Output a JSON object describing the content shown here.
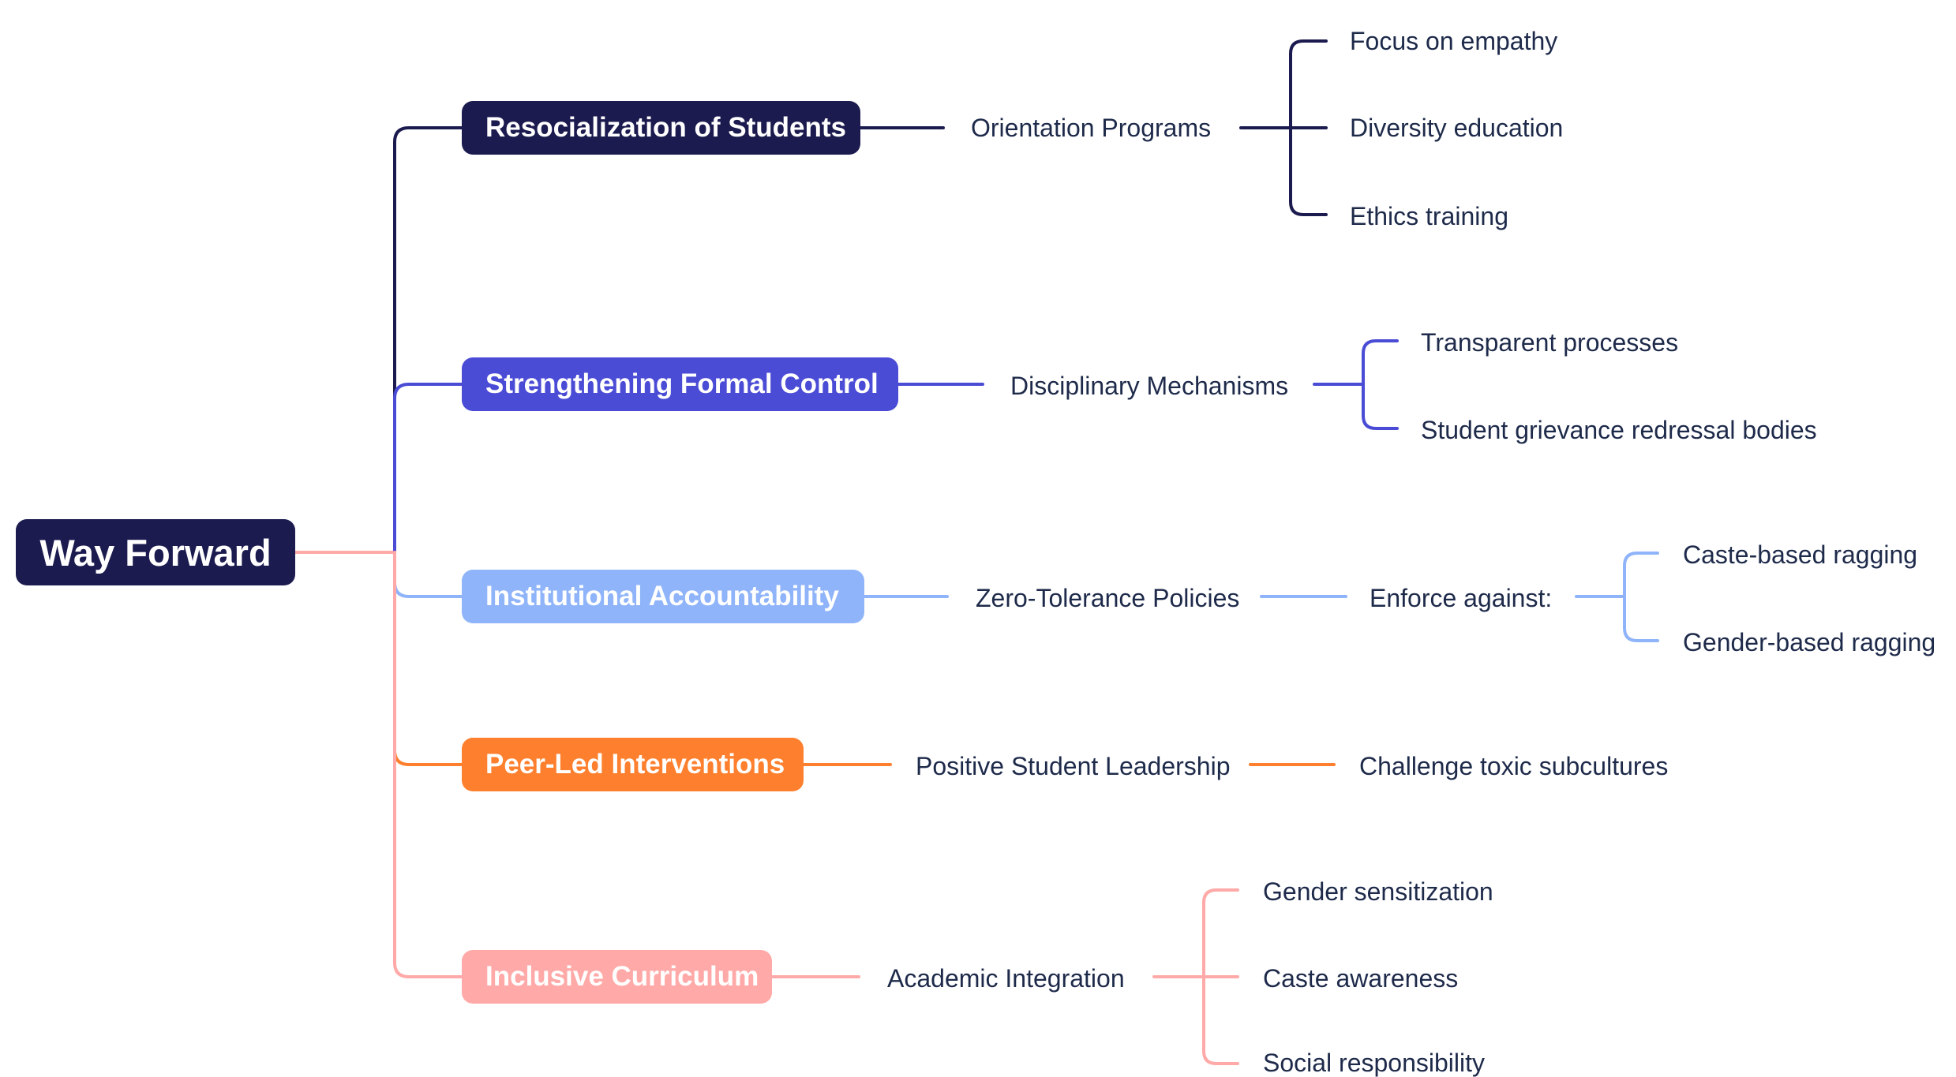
{
  "colors": {
    "branch1": "#1c1b4f",
    "branch2": "#4b4cd6",
    "branch3": "#8fb4fa",
    "branch4": "#fe7f2d",
    "branch5": "#ffaaa8",
    "text": "#1e2a4a"
  },
  "root": {
    "label": "Way Forward"
  },
  "branches": [
    {
      "label": "Resocialization of Students",
      "sub": "Orientation Programs",
      "items": [
        "Focus on empathy",
        "Diversity education",
        "Ethics training"
      ]
    },
    {
      "label": "Strengthening Formal Control",
      "sub": "Disciplinary Mechanisms",
      "items": [
        "Transparent processes",
        "Student grievance redressal bodies"
      ]
    },
    {
      "label": "Institutional Accountability",
      "sub": "Zero-Tolerance Policies",
      "sub2": "Enforce against:",
      "items": [
        "Caste-based ragging",
        "Gender-based ragging"
      ]
    },
    {
      "label": "Peer-Led Interventions",
      "sub": "Positive Student Leadership",
      "sub2": "Challenge toxic subcultures"
    },
    {
      "label": "Inclusive Curriculum",
      "sub": "Academic Integration",
      "items": [
        "Gender sensitization",
        "Caste awareness",
        "Social responsibility"
      ]
    }
  ]
}
